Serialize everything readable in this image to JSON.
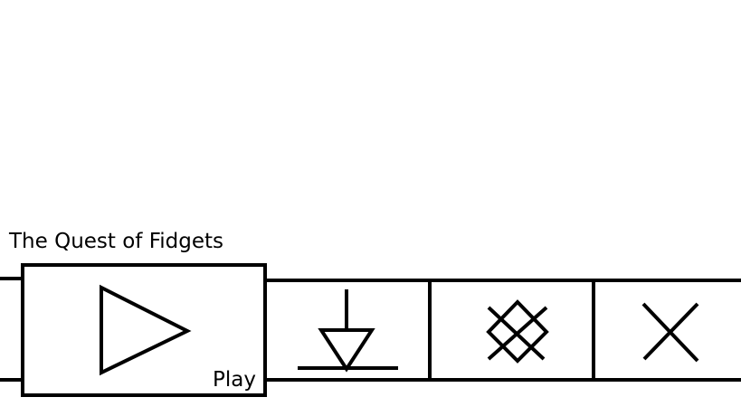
{
  "game": {
    "title": "The Quest of Fidgets"
  },
  "toolbar": {
    "play_label": "Play",
    "buttons": [
      {
        "id": "play",
        "icon": "play-icon"
      },
      {
        "id": "install",
        "icon": "download-icon"
      },
      {
        "id": "settings",
        "icon": "gear-icon"
      },
      {
        "id": "close",
        "icon": "close-icon"
      }
    ]
  },
  "colors": {
    "stroke": "#000000",
    "background": "#ffffff"
  }
}
